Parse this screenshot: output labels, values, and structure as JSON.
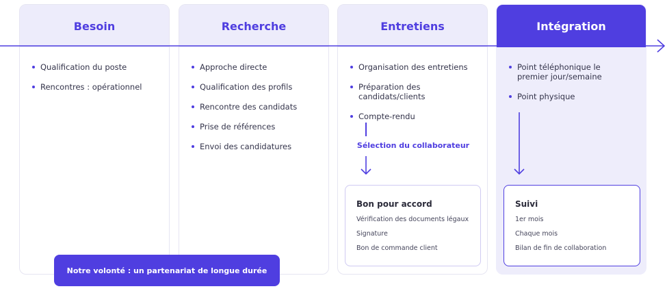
{
  "colors": {
    "accent": "#4f3ee0",
    "header_bg": "#edecfb",
    "active_bg": "#eeedfb"
  },
  "columns": [
    {
      "title": "Besoin",
      "items": [
        "Qualification du poste",
        "Rencontres : opérationnel"
      ]
    },
    {
      "title": "Recherche",
      "items": [
        "Approche directe",
        "Qualification des profils",
        "Rencontre des candidats",
        "Prise de références",
        "Envoi des candidatures"
      ]
    },
    {
      "title": "Entretiens",
      "items": [
        "Organisation des entretiens",
        "Préparation des candidats/clients",
        "Compte-rendu"
      ]
    },
    {
      "title": "Intégration",
      "items": [
        "Point téléphonique le premier jour/semaine",
        "Point physique"
      ]
    }
  ],
  "selection_label": "Sélection du collaborateur",
  "accord_box": {
    "title": "Bon pour accord",
    "lines": [
      "Vérification des documents légaux",
      "Signature",
      "Bon de commande client"
    ]
  },
  "suivi_box": {
    "title": "Suivi",
    "lines": [
      "1er mois",
      "Chaque mois",
      "Bilan de fin de collaboration"
    ]
  },
  "banner": "Notre volonté : un partenariat de longue durée"
}
